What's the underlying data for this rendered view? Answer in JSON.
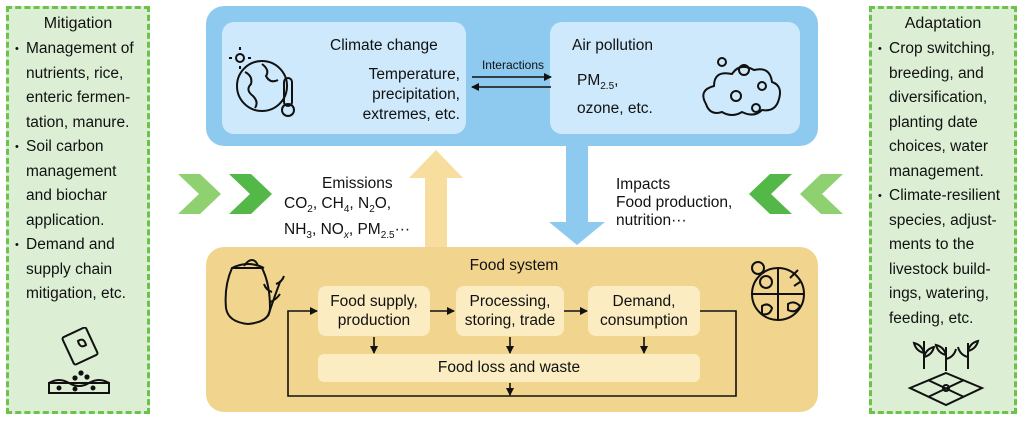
{
  "mitigation": {
    "title": "Mitigation",
    "items": [
      "Management of nutrients, rice, enteric fermen-tation, manure.",
      "Soil carbon management and biochar application.",
      "Demand and supply chain mitigation, etc."
    ],
    "icon": "planting-seeds-in-soil-icon"
  },
  "adaptation": {
    "title": "Adaptation",
    "items": [
      "Crop switching, breeding, and diversification, planting date choices, water management.",
      "Climate-resilient species, adjust-ments to the livestock build-ings, watering, feeding, etc."
    ],
    "icon": "smart-farm-field-icon"
  },
  "climate_box": {
    "climate_change": {
      "title": "Climate change",
      "lines": [
        "Temperature,",
        "precipitation,",
        "extremes, etc."
      ],
      "icon": "globe-thermometer-icon"
    },
    "interactions_label": "Interactions",
    "air_pollution": {
      "title": "Air pollution",
      "pm_prefix": "PM",
      "pm_sub": "2.5",
      "pm_suffix": ",",
      "line2": "ozone, etc.",
      "icon": "smog-cloud-icon"
    }
  },
  "emissions": {
    "title": "Emissions",
    "line1": [
      "CO",
      "2",
      ", CH",
      "4",
      ", N",
      "2",
      "O,"
    ],
    "line2": [
      "NH",
      "3",
      ", NO",
      "x",
      ", PM",
      "2.5",
      "···"
    ]
  },
  "impacts": {
    "title": "Impacts",
    "line1": "Food production,",
    "line2": "nutrition···"
  },
  "food_system": {
    "title": "Food system",
    "steps": [
      "Food supply, production",
      "Processing, storing, trade",
      "Demand, consumption"
    ],
    "loss": "Food loss and waste",
    "icons": [
      "grain-sack-wheat-icon",
      "food-groups-plate-icon"
    ]
  },
  "colors": {
    "panel_fill": "#dcefd4",
    "panel_border": "#6cc24a",
    "climate_outer": "#8ec9ef",
    "climate_inner": "#cde9fb",
    "food_outer": "#f1d58f",
    "food_inner": "#fbecc1",
    "emission_arrow": "#f7de9e",
    "impact_arrow": "#8ec9ef",
    "chevron": "#54b848"
  }
}
